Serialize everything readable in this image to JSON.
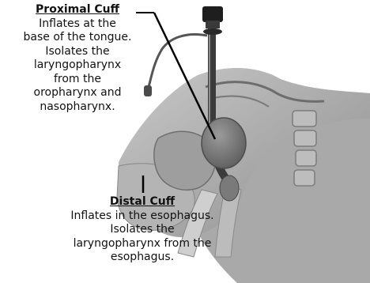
{
  "proximal_cuff": {
    "title": "Proximal Cuff",
    "description_lines": [
      "Inflates at the",
      "base of the tongue.",
      "Isolates the",
      "laryngopharynx",
      "from the",
      "oropharynx and",
      "nasopharynx."
    ]
  },
  "distal_cuff": {
    "title": "Distal Cuff",
    "description_lines": [
      "Inflates in the esophagus.",
      "Isolates the",
      "laryngopharynx from the",
      "esophagus."
    ]
  }
}
